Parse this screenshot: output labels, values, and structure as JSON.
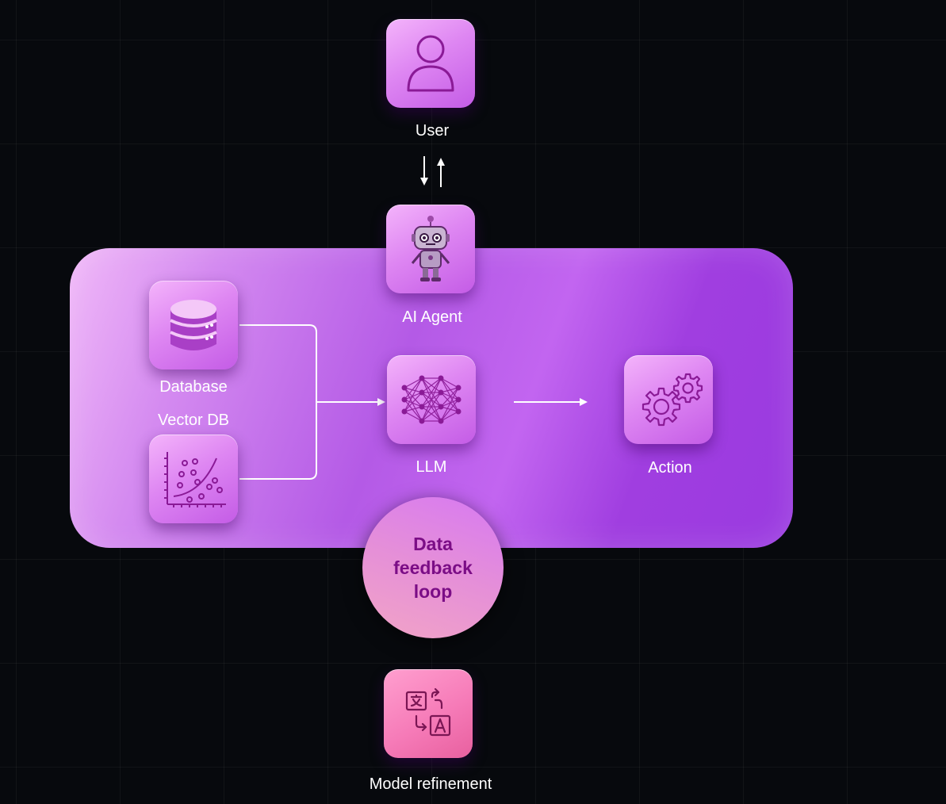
{
  "nodes": {
    "user": {
      "label": "User",
      "icon": "user-icon"
    },
    "ai_agent": {
      "label": "AI Agent",
      "icon": "robot-icon"
    },
    "database": {
      "label": "Database",
      "icon": "database-icon"
    },
    "vector_db": {
      "label": "Vector DB",
      "icon": "scatter-plot-icon"
    },
    "llm": {
      "label": "LLM",
      "icon": "neural-network-icon"
    },
    "action": {
      "label": "Action",
      "icon": "gears-icon"
    },
    "feedback_loop": {
      "line1": "Data",
      "line2": "feedback",
      "line3": "loop"
    },
    "model_refinement": {
      "label": "Model refinement",
      "icon": "translate-icon"
    }
  },
  "colors": {
    "background": "#07090d",
    "panel_accent": "#b45ae6",
    "tile": "#de86f2",
    "refinement_tile": "#f67bb8",
    "loop_text": "#7b0d86",
    "label_text": "#ffffff"
  }
}
